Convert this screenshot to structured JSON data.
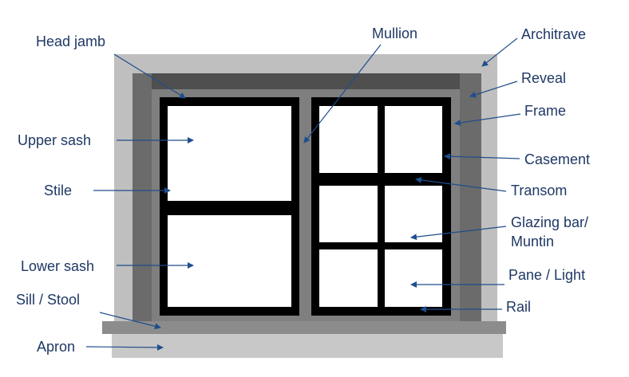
{
  "colors": {
    "label": "#1f3864",
    "arrow": "#1f4e8c",
    "architrave": "#bfbfbf",
    "reveal": "#5a5a5a",
    "frame": "#7f7f7f",
    "sash": "#000000",
    "glass": "#ffffff",
    "sill": "#8c8c8c",
    "apron": "#c8c8c8"
  },
  "labels": {
    "head_jamb": "Head jamb",
    "mullion": "Mullion",
    "architrave": "Architrave",
    "reveal": "Reveal",
    "frame": "Frame",
    "upper_sash": "Upper sash",
    "casement": "Casement",
    "stile": "Stile",
    "transom": "Transom",
    "glazing_bar_1": "Glazing bar/",
    "glazing_bar_2": "Muntin",
    "lower_sash": "Lower sash",
    "pane_light": "Pane / Light",
    "sill_stool": "Sill / Stool",
    "rail": "Rail",
    "apron": "Apron"
  }
}
